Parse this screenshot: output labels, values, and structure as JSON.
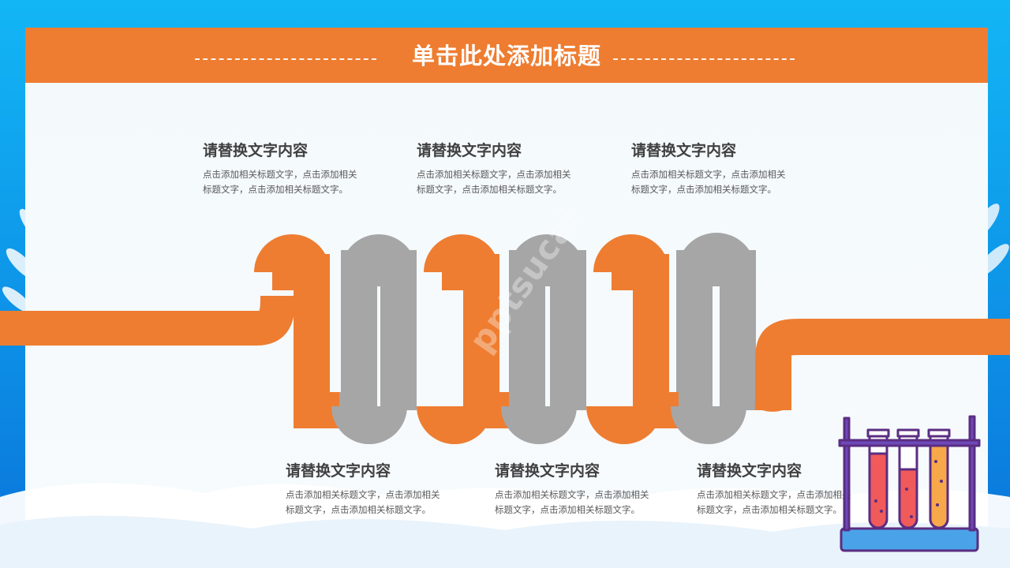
{
  "header": {
    "title": "单击此处添加标题"
  },
  "blocks": [
    {
      "heading": "请替换文字内容",
      "body": "点击添加相关标题文字，点击添加相关标题文字，点击添加相关标题文字。"
    },
    {
      "heading": "请替换文字内容",
      "body": "点击添加相关标题文字，点击添加相关标题文字，点击添加相关标题文字。"
    },
    {
      "heading": "请替换文字内容",
      "body": "点击添加相关标题文字，点击添加相关标题文字，点击添加相关标题文字。"
    },
    {
      "heading": "请替换文字内容",
      "body": "点击添加相关标题文字，点击添加相关标题文字，点击添加相关标题文字。"
    },
    {
      "heading": "请替换文字内容",
      "body": "点击添加相关标题文字，点击添加相关标题文字，点击添加相关标题文字。"
    },
    {
      "heading": "请替换文字内容",
      "body": "点击添加相关标题文字，点击添加相关标题文字，点击添加相关标题文字。"
    }
  ],
  "watermark": "pptsucai",
  "colors": {
    "frame": "#12b6f5",
    "header": "#ee7d31",
    "ribbon_orange": "#ee7d31",
    "ribbon_gray": "#a6a6a6",
    "text_heading": "#404040",
    "text_body": "#595959"
  },
  "icons": [
    "leaf-decoration",
    "test-tube-rack-icon",
    "snow-cloud-decoration"
  ]
}
